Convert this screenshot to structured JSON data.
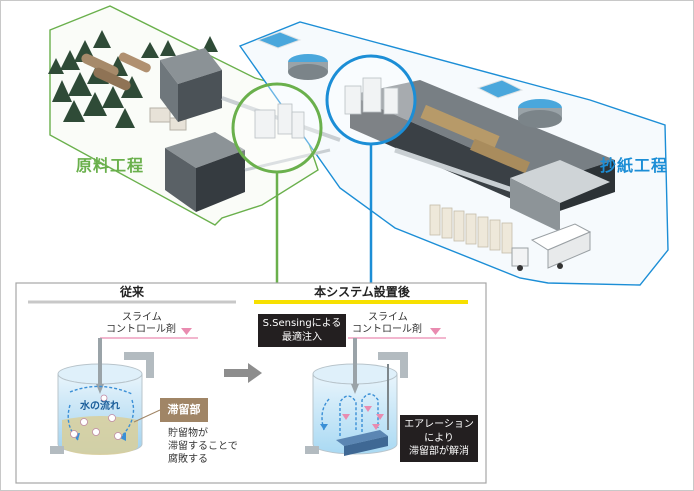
{
  "areas": {
    "raw_process": "原料工程",
    "paper_process": "抄紙工程"
  },
  "comparison": {
    "before": {
      "header": "従来",
      "dosing_label": [
        "スライム",
        "コントロール剤"
      ],
      "flow_label": "水の流れ",
      "stagnation_label": "滞留部",
      "stagnation_note": [
        "貯留物が",
        "滞留することで",
        "腐敗する"
      ]
    },
    "after": {
      "header": "本システム設置後",
      "sensing_label": [
        "S.Sensingによる",
        "最適注入"
      ],
      "dosing_label": [
        "スライム",
        "コントロール剤"
      ],
      "aeration_label": [
        "エアレーション",
        "により",
        "滞留部が解消"
      ]
    }
  },
  "colors": {
    "raw_outline": "#6ab04c",
    "paper_outline": "#1c8ed6",
    "highlight": "#f7e000",
    "dose_marker": "#e98bb0"
  }
}
